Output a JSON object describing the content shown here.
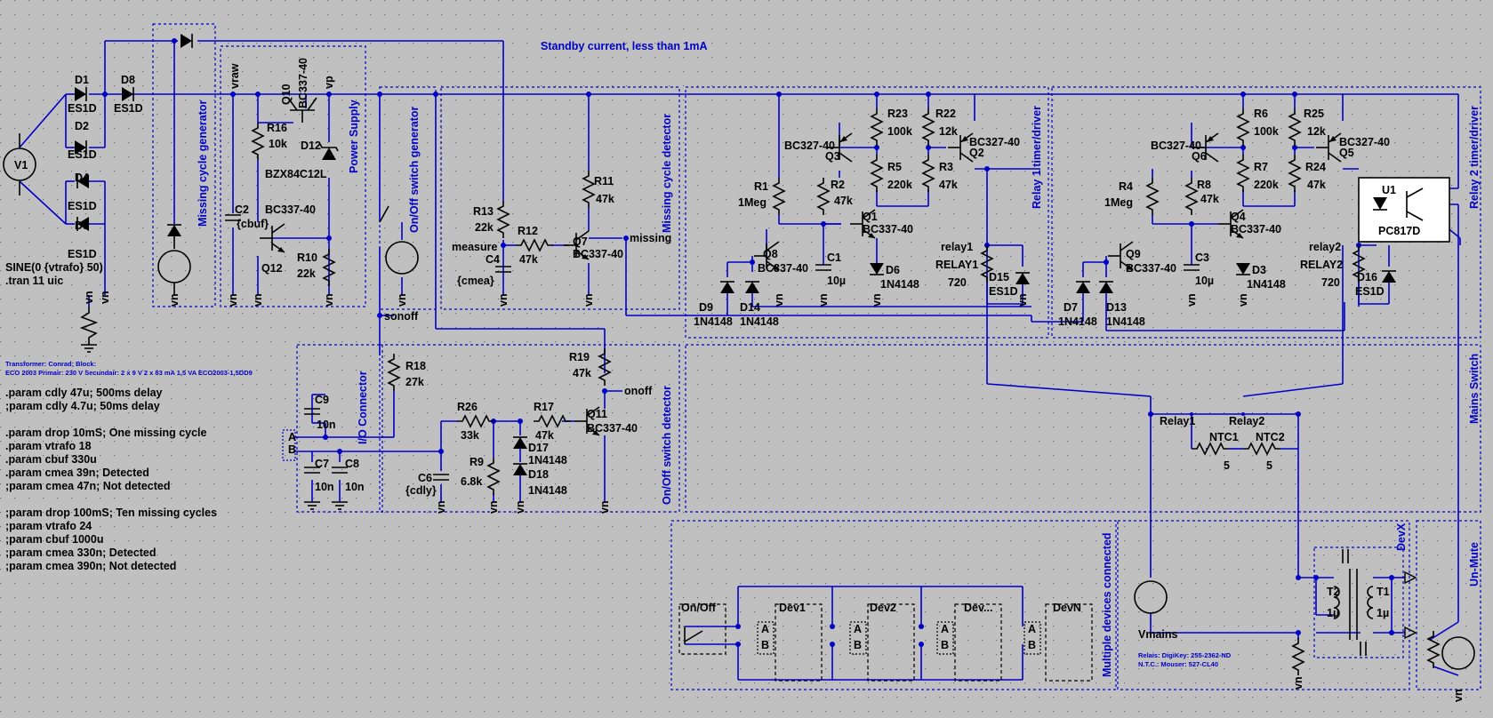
{
  "schematic": {
    "title_note": "Standby current, less than 1mA",
    "sections": {
      "missing_cycle_generator": "Missing cycle generator",
      "power_supply": "Power Supply",
      "on_off_switch_generator": "On/Off switch generator",
      "missing_cycle_detector": "Missing cycle detector",
      "relay1_timer": "Relay 1 timer/driver",
      "relay2_timer": "Relay 2 timer/driver",
      "io_connector": "I/O Connector",
      "on_off_switch_detector": "On/Off switch detector",
      "mains_switch": "Mains Switch",
      "multiple_devices": "Multiple devices connected",
      "devx": "DevX",
      "un_mute": "Un-Mute"
    },
    "source": {
      "name": "V1",
      "value": "SINE(0 {vtrafo} 50)",
      "tran": ".tran 11 uic"
    },
    "components": {
      "D1": "D1",
      "D2": "D2",
      "D4": "D4",
      "D5": "D5",
      "D8": "D8",
      "es1d": "ES1D",
      "Q10": "Q10",
      "Q10_type": "BC337-40",
      "R16": "R16",
      "R16_val": "10k",
      "D12": "D12",
      "D12_val": "BZX84C12L",
      "C2": "C2",
      "C2_val": "{cbuf}",
      "Q12": "Q12",
      "Q12_type": "BC337-40",
      "R10": "R10",
      "R10_val": "22k",
      "vraw": "vraw",
      "vp": "vp",
      "sonoff": "sonoff",
      "R13": "R13",
      "R13_val": "22k",
      "measure": "measure",
      "C4": "C4",
      "C4_val": "{cmea}",
      "R12": "R12",
      "R12_val": "47k",
      "R11": "R11",
      "R11_val": "47k",
      "Q7": "Q7",
      "Q7_type": "BC337-40",
      "missing": "missing",
      "R1": "R1",
      "R1_val": "1Meg",
      "Q3": "Q3",
      "Q3_type": "BC327-40",
      "R2": "R2",
      "R2_val": "47k",
      "R23": "R23",
      "R23_val": "100k",
      "R5": "R5",
      "R5_val": "220k",
      "R22": "R22",
      "R22_val": "12k",
      "R3": "R3",
      "R3_val": "47k",
      "Q2": "Q2",
      "Q2_type": "BC327-40",
      "Q1": "Q1",
      "Q1_type": "BC337-40",
      "Q8": "Q8",
      "Q8_type": "BC337-40",
      "C1": "C1",
      "C1_val": "10µ",
      "D6": "D6",
      "D6_val": "1N4148",
      "D9": "D9",
      "D14": "D14",
      "n4148": "1N4148",
      "relay1": "relay1",
      "RELAY1": "RELAY1",
      "relay_res": "720",
      "D15": "D15",
      "R4": "R4",
      "R4_val": "1Meg",
      "Q6": "Q6",
      "Q6_type": "BC327-40",
      "R6": "R6",
      "R6_val": "100k",
      "R8": "R8",
      "R8_val": "47k",
      "R7": "R7",
      "R7_val": "220k",
      "R25": "R25",
      "R25_val": "12k",
      "R24": "R24",
      "R24_val": "47k",
      "Q5": "Q5",
      "Q5_type": "BC327-40",
      "Q4": "Q4",
      "Q4_type": "BC337-40",
      "Q9": "Q9",
      "Q9_type": "BC337-40",
      "C3": "C3",
      "C3_val": "10µ",
      "D3": "D3",
      "D7": "D7",
      "D13": "D13",
      "relay2": "relay2",
      "RELAY2": "RELAY2",
      "D16": "D16",
      "U1": "U1",
      "U1_val": "PC817D",
      "R18": "R18",
      "R18_val": "27k",
      "C9": "C9",
      "C9_val": "10n",
      "C7": "C7",
      "C7_val": "10n",
      "C8": "C8",
      "C8_val": "10n",
      "R26": "R26",
      "R26_val": "33k",
      "R9": "R9",
      "R9_val": "6.8k",
      "C6": "C6",
      "C6_val": "{cdly}",
      "R17": "R17",
      "R17_val": "47k",
      "D17": "D17",
      "D18": "D18",
      "Q11": "Q11",
      "Q11_type": "BC337-40",
      "R19": "R19",
      "R19_val": "47k",
      "onoff": "onoff",
      "Relay1": "Relay1",
      "Relay2": "Relay2",
      "NTC1": "NTC1",
      "NTC2": "NTC2",
      "ntc_val": "5",
      "Vmains": "Vmains",
      "T1": "T1",
      "T2": "T2",
      "t_val": "1µ",
      "vn": "vn",
      "A": "A",
      "B": "B",
      "on_off": "On/Off",
      "Dev1": "Dev1",
      "Dev2": "Dev2",
      "Dev3": "Dev...",
      "DevN": "DevN"
    },
    "notes": {
      "transformer_1": "Transformer: Conrad; Block:",
      "transformer_2": "ECO 2003 Primair: 230 V Secundair: 2 x 9 V 2 x 83 mA 1,5 VA ECO2003-1,5DD9",
      "relais": "Relais: DigiKey: 255-2362-ND",
      "ntc": "N.T.C.: Mouser: 527-CL40"
    },
    "params": [
      ".param cdly 47u; 500ms delay",
      ";param cdly 4.7u; 50ms delay",
      "",
      ".param drop 10mS; One missing cycle",
      ".param vtrafo 18",
      ".param cbuf 330u",
      ".param cmea 39n; Detected",
      ";param cmea 47n; Not detected",
      "",
      ";param drop 100mS; Ten missing cycles",
      ";param vtrafo 24",
      ";param cbuf 1000u",
      ";param cmea 330n; Detected",
      ";param cmea 390n; Not detected"
    ]
  }
}
